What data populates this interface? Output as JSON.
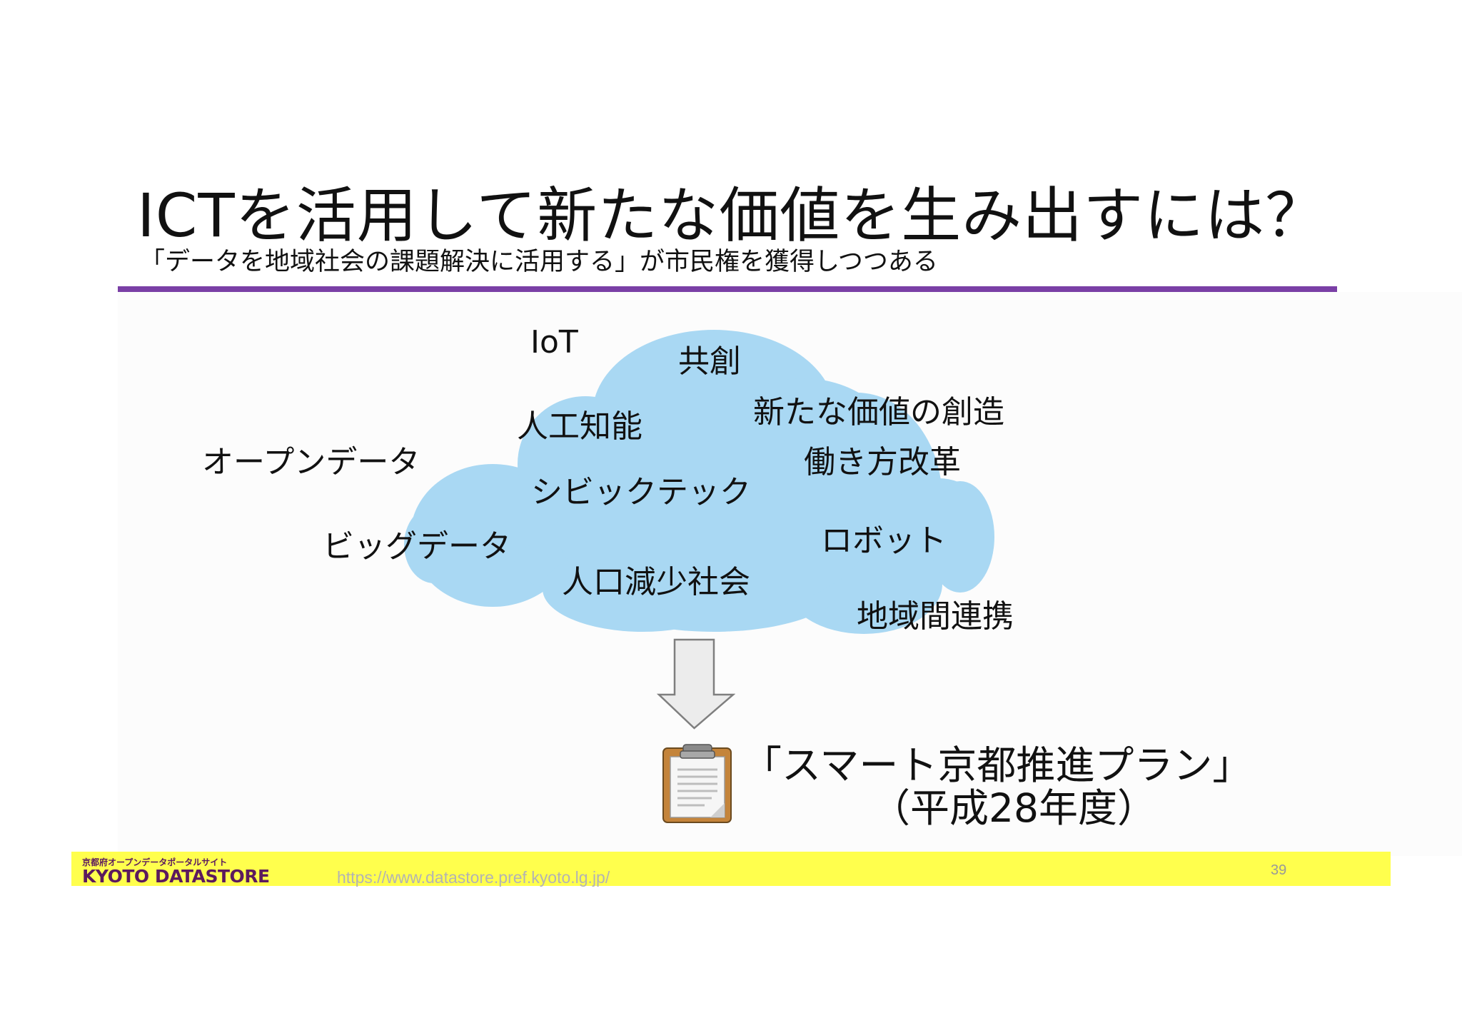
{
  "slide": {
    "title": "ICTを活用して新たな価値を生み出すには？",
    "subtitle": "「データを地域社会の課題解決に活用する」が市民権を獲得しつつある"
  },
  "keywords": [
    "IoT",
    "共創",
    "新たな価値の創造",
    "人工知能",
    "オープンデータ",
    "働き方改革",
    "シビックテック",
    "ビッグデータ",
    "ロボット",
    "人口減少社会",
    "地域間連携"
  ],
  "plan": {
    "name": "「スマート京都推進プラン」",
    "year": "（平成28年度）"
  },
  "footer": {
    "logo_top": "京都府オープンデータポータルサイト",
    "logo_main": "KYOTO DATASTORE",
    "url": "https://www.datastore.pref.kyoto.lg.jp/",
    "page_number": "39"
  },
  "colors": {
    "rule": "#7a3fa6",
    "cloud": "#a9d8f3",
    "footer_band": "#ffff4d",
    "logo_text": "#5c1a5e",
    "arrow_fill": "#ececec",
    "arrow_stroke": "#7f7f7f",
    "clipboard_board": "#c4843b"
  },
  "icons": [
    "down-arrow-icon",
    "clipboard-icon"
  ]
}
